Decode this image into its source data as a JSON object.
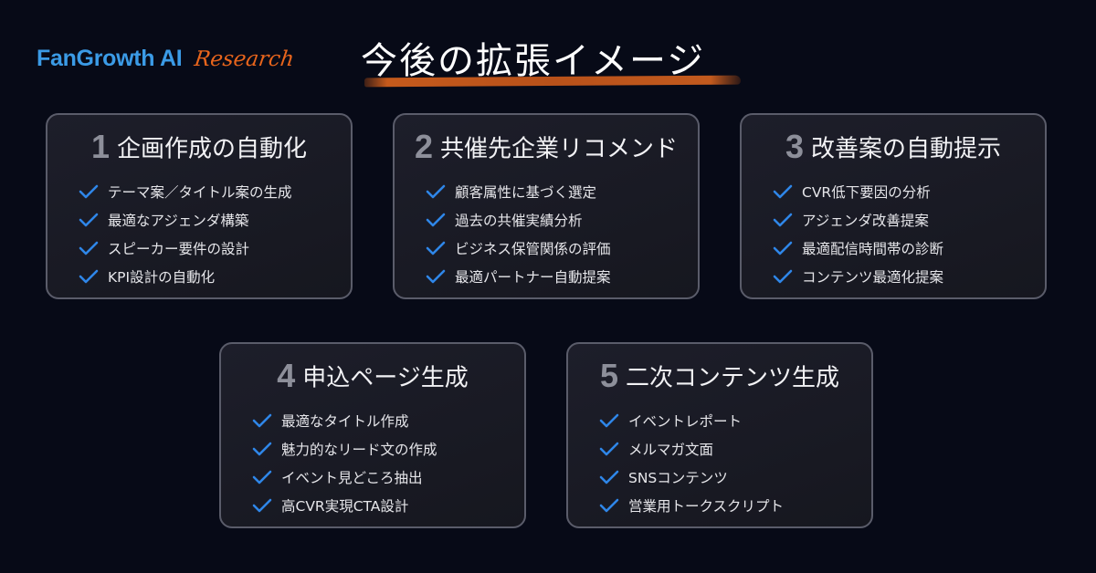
{
  "header": {
    "logo_main": "FanGrowth AI",
    "logo_sub": "Research",
    "title": "今後の拡張イメージ"
  },
  "colors": {
    "background": "#070a17",
    "logo_blue": "#3b9be6",
    "accent_orange": "#e8651c",
    "check_blue": "#2f86e8",
    "card_border": "#5a5c6a",
    "number_gray": "#8d8f9a"
  },
  "cards": [
    {
      "number": "1",
      "title": "企画作成の自動化",
      "items": [
        "テーマ案／タイトル案の生成",
        "最適なアジェンダ構築",
        "スピーカー要件の設計",
        "KPI設計の自動化"
      ]
    },
    {
      "number": "2",
      "title": "共催先企業リコメンド",
      "items": [
        "顧客属性に基づく選定",
        "過去の共催実績分析",
        "ビジネス保管関係の評価",
        "最適パートナー自動提案"
      ]
    },
    {
      "number": "3",
      "title": "改善案の自動提示",
      "items": [
        "CVR低下要因の分析",
        "アジェンダ改善提案",
        "最適配信時間帯の診断",
        "コンテンツ最適化提案"
      ]
    },
    {
      "number": "4",
      "title": "申込ページ生成",
      "items": [
        "最適なタイトル作成",
        "魅力的なリード文の作成",
        "イベント見どころ抽出",
        "高CVR実現CTA設計"
      ]
    },
    {
      "number": "5",
      "title": "二次コンテンツ生成",
      "items": [
        "イベントレポート",
        "メルマガ文面",
        "SNSコンテンツ",
        "営業用トークスクリプト"
      ]
    }
  ]
}
